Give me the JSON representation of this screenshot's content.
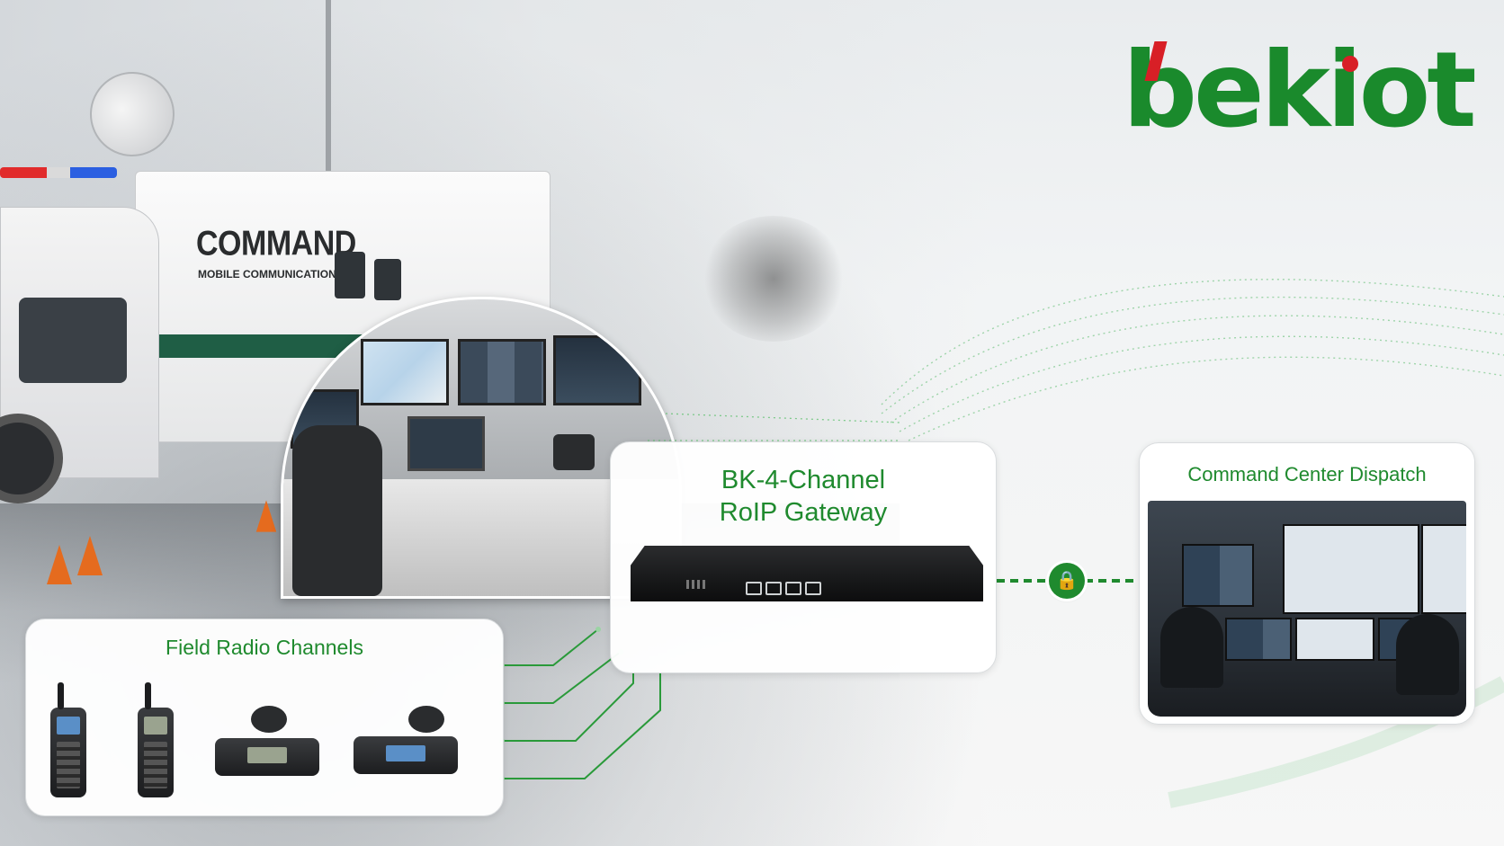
{
  "brand": {
    "logo_text": "bekiot",
    "primary_color": "#1f8a2e",
    "accent_color": "#d81f26"
  },
  "truck": {
    "title": "COMMAND",
    "subtitle": "MOBILE COMMUNICATIONS"
  },
  "field_radios": {
    "title": "Field Radio Channels",
    "devices": [
      "handheld-radio",
      "handheld-radio",
      "mobile-radio",
      "mobile-radio"
    ]
  },
  "gateway": {
    "title_line1": "BK-4-Channel",
    "title_line2": "RoIP Gateway"
  },
  "dispatch": {
    "title": "Command Center Dispatch"
  },
  "connection": {
    "icon": "lock-icon",
    "icon_glyph": "🔒"
  }
}
